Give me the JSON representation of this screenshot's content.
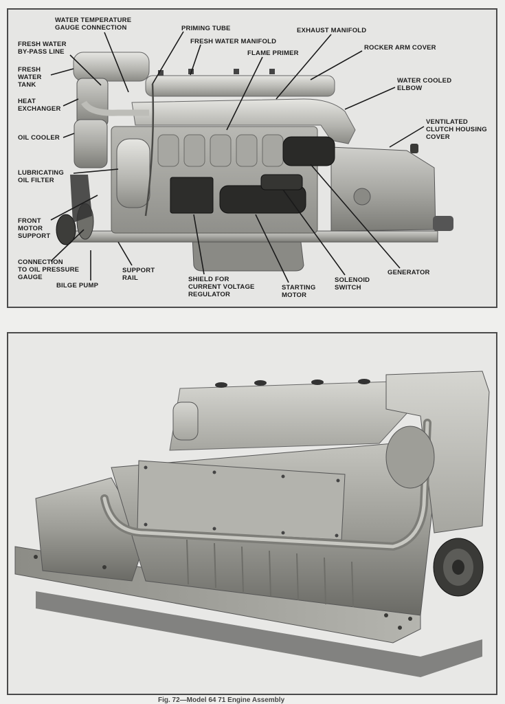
{
  "top_figure": {
    "labels": {
      "water_temp_gauge": "WATER TEMPERATURE\nGAUGE CONNECTION",
      "priming_tube": "PRIMING TUBE",
      "exhaust_manifold": "EXHAUST MANIFOLD",
      "fresh_water_bypass": "FRESH WATER\nBY-PASS LINE",
      "fresh_water_manifold": "FRESH WATER MANIFOLD",
      "rocker_arm_cover": "ROCKER ARM COVER",
      "flame_primer": "FLAME PRIMER",
      "fresh_water_tank": "FRESH\nWATER\nTANK",
      "water_cooled_elbow": "WATER COOLED\nELBOW",
      "heat_exchanger": "HEAT\nEXCHANGER",
      "oil_cooler": "OIL COOLER",
      "ventilated_clutch_housing": "VENTILATED\nCLUTCH HOUSING\nCOVER",
      "lubricating_oil_filter": "LUBRICATING\nOIL FILTER",
      "front_motor_support": "FRONT\nMOTOR\nSUPPORT",
      "connection_oil_pressure": "CONNECTION\nTO OIL PRESSURE\nGAUGE",
      "support_rail": "SUPPORT\nRAIL",
      "bilge_pump": "BILGE PUMP",
      "shield_voltage_regulator": "SHIELD FOR\nCURRENT VOLTAGE\nREGULATOR",
      "starting_motor": "STARTING\nMOTOR",
      "solenoid_switch": "SOLENOID\nSWITCH",
      "generator": "GENERATOR"
    }
  },
  "caption": "Fig. 72—Model 64 71 Engine Assembly"
}
